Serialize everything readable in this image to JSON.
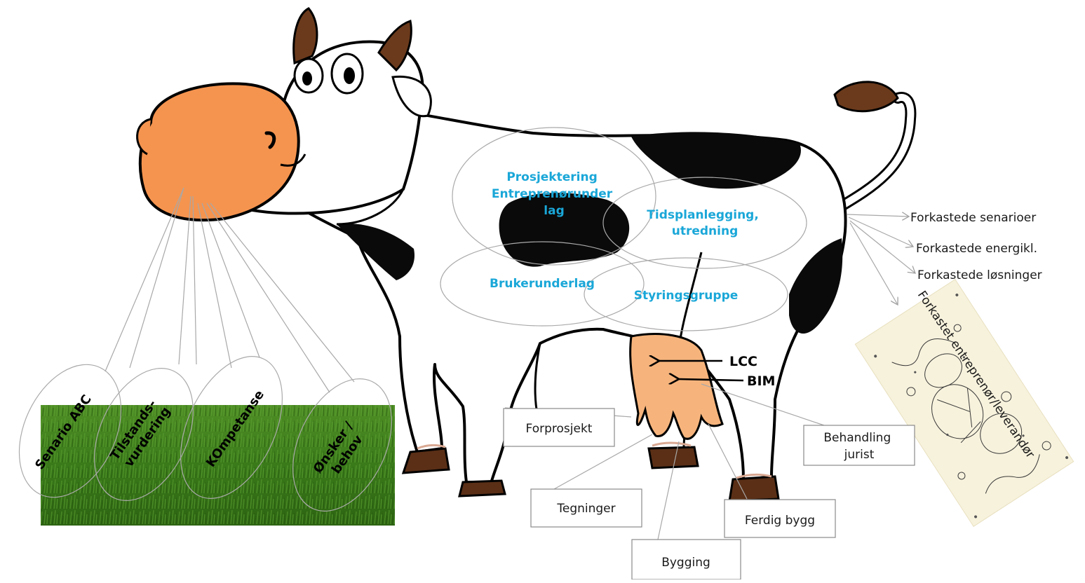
{
  "colors": {
    "label_blue": "#1aa7d8",
    "muzzle": "#f5944f",
    "udder": "#f6b47c",
    "horn": "#6b3a1c",
    "grass": "#3d7a1c",
    "spot": "#0a0a0a"
  },
  "icons": {
    "cow": "cow-illustration",
    "grass": "grass-patch",
    "cartoon": "sketch-cartoon"
  },
  "body_labels": {
    "prosjektering": [
      "Prosjektering",
      "Entreprenørunder",
      "lag"
    ],
    "tidsplan": [
      "Tidsplanlegging,",
      "utredning"
    ],
    "brukerunderlag": "Brukerunderlag",
    "styringsgruppe": "Styringsgruppe"
  },
  "grass_labels": {
    "senario": "Senario  ABC",
    "tilstand": [
      "Tilstands-",
      "vurdering"
    ],
    "kompetanse": "KOmpetanse",
    "onsker": [
      "Ønsker /",
      "behov"
    ]
  },
  "udder_labels": {
    "lcc": "LCC",
    "bim": "BIM"
  },
  "rejected": {
    "items": [
      "Forkastede senarioer",
      "Forkastede energikl.",
      "Forkastede løsninger"
    ],
    "rotated": "Forkastet entreprenør/leverandør"
  },
  "boxes": {
    "forprosjekt": "Forprosjekt",
    "tegninger": "Tegninger",
    "bygging": "Bygging",
    "ferdig_bygg": "Ferdig bygg",
    "behandling": [
      "Behandling",
      "jurist"
    ]
  }
}
